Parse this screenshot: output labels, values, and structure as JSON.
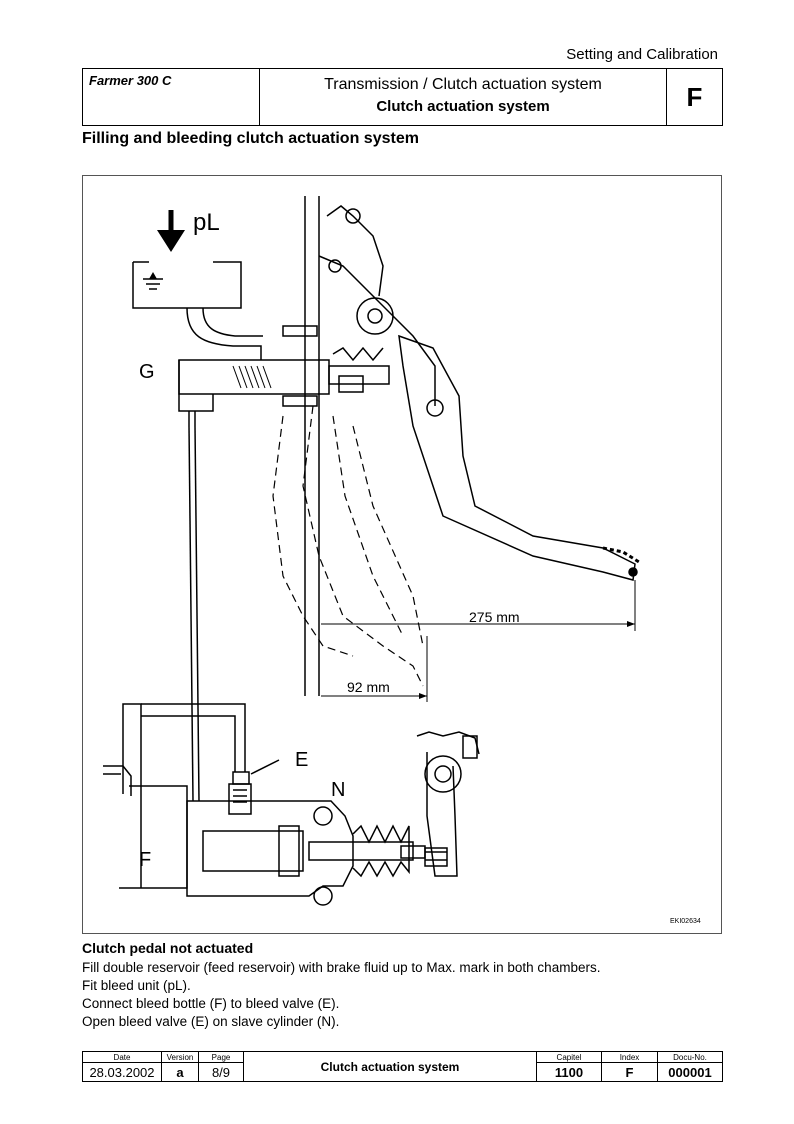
{
  "header": {
    "section_label": "Setting and Calibration",
    "model": "Farmer 300 C",
    "title_line1": "Transmission / Clutch actuation system",
    "title_line2": "Clutch actuation system",
    "chapter_letter": "F"
  },
  "page_heading": "Filling and bleeding clutch actuation system",
  "figure": {
    "labels": {
      "pl": "pL",
      "g": "G",
      "e": "E",
      "n": "N",
      "f": "F",
      "dim_275": "275 mm",
      "dim_92": "92 mm"
    },
    "code": "EKI02634"
  },
  "instructions": {
    "subheading": "Clutch pedal not actuated",
    "lines": [
      "Fill double reservoir (feed reservoir) with brake fluid up to Max. mark in both chambers.",
      "Fit bleed unit (pL).",
      "Connect bleed bottle (F) to bleed valve (E).",
      "Open bleed valve (E) on slave cylinder (N)."
    ]
  },
  "footer": {
    "labels": {
      "date": "Date",
      "version": "Version",
      "page": "Page",
      "capitel": "Capitel",
      "index": "Index",
      "docu": "Docu-No."
    },
    "values": {
      "date": "28.03.2002",
      "version": "a",
      "page": "8/9",
      "title": "Clutch actuation system",
      "capitel": "1100",
      "index": "F",
      "docu": "000001"
    }
  }
}
